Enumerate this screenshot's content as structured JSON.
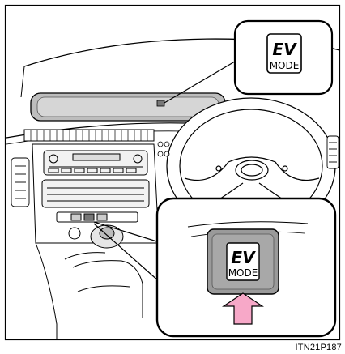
{
  "figure_code": "ITN21P187",
  "callout_top": {
    "line1": "EV",
    "line2": "MODE"
  },
  "callout_bottom": {
    "line1": "EV",
    "line2": "MODE"
  }
}
